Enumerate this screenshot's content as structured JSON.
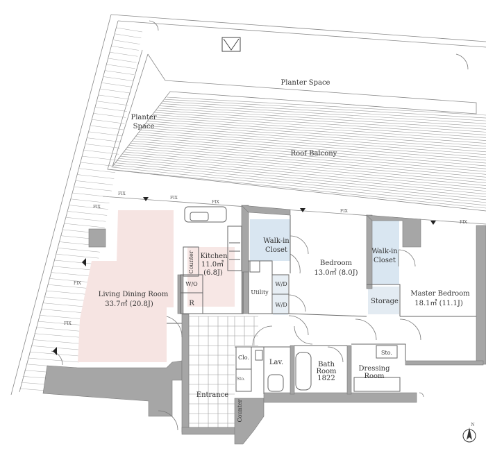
{
  "rooms": {
    "planter_space_top": "Planter Space",
    "planter_space_left": [
      "Planter",
      "Space"
    ],
    "roof_balcony": "Roof Balcony",
    "living_dining": {
      "name": "Living Dining Room",
      "area": "33.7㎡ (20.8J)"
    },
    "kitchen": {
      "name": "Kitchen",
      "area1": "11.0㎡",
      "area2": "(6.8J)"
    },
    "bedroom": {
      "name": "Bedroom",
      "area": "13.0㎡ (8.0J)"
    },
    "master_bedroom": {
      "name": "Master Bedroom",
      "area": "18.1㎡ (11.1J)"
    },
    "walk_in_closet_1": [
      "Walk-in",
      "Closet"
    ],
    "walk_in_closet_2": [
      "Walk-in",
      "Closet"
    ],
    "storage": "Storage",
    "utility": "Utility",
    "bath_room": [
      "Bath",
      "Room",
      "1822"
    ],
    "dressing_room": [
      "Dressing",
      "Room"
    ],
    "lav": "Lav.",
    "entrance": "Entrance",
    "clo": "Clo.",
    "sto_small": "Sto.",
    "sto_dressing": "Sto.",
    "counter_kitchen": "Counter",
    "counter_entrance": "Counter",
    "wo": "W/O",
    "wd_top": "W/D",
    "wd_bottom": "W/D",
    "refrigerator": "R"
  },
  "fix_label": "FIX",
  "compass_label": "N",
  "colors": {
    "living_highlight": "#f6e4e2",
    "wall": "#a6a6a6",
    "line": "#555555",
    "tile": "#999999",
    "closet_blue": "#d9e6f1"
  }
}
